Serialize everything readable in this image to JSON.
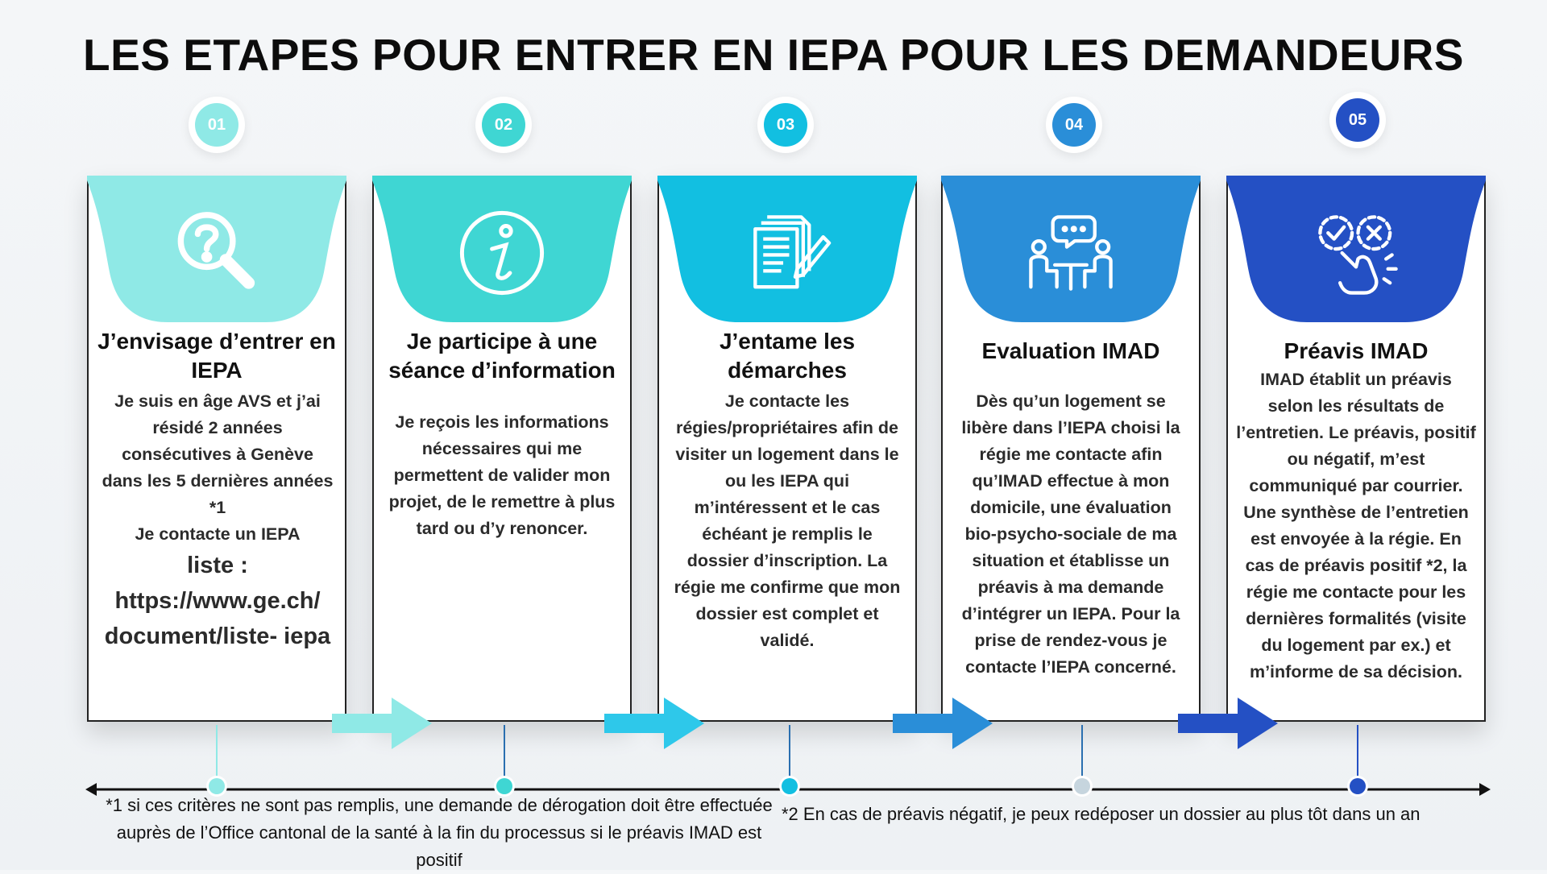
{
  "title": "LES ETAPES POUR ENTRER EN IEPA POUR LES DEMANDEURS",
  "colors": {
    "step1": "#8fe9e6",
    "step2": "#3fd6d3",
    "step3": "#12bfe1",
    "step4": "#2a8ed8",
    "step5": "#2450c4"
  },
  "steps": [
    {
      "number": "01",
      "icon": "magnifier-question-icon",
      "title": "J’envisage d’entrer en IEPA",
      "body": "Je suis en âge AVS et j’ai résidé 2 années consécutives à Genève dans les 5 dernières années *1",
      "body2": "Je contacte un IEPA",
      "link_text": "liste : https://www.ge.ch/ document/liste- iepa"
    },
    {
      "number": "02",
      "icon": "info-icon",
      "title": "Je participe à une séance d’information",
      "body": "Je reçois les informations nécessaires qui me permettent de valider mon projet, de le remettre à plus tard ou d’y renoncer."
    },
    {
      "number": "03",
      "icon": "document-pen-icon",
      "title": "J’entame les démarches",
      "body": "Je contacte les régies/propriétaires afin de visiter un logement dans le ou les IEPA qui m’intéressent et le cas échéant je remplis le dossier d’inscription. La régie me confirme que mon dossier est complet et validé."
    },
    {
      "number": "04",
      "icon": "meeting-icon",
      "title": "Evaluation IMAD",
      "body": "Dès qu’un logement se libère dans l’IEPA choisi la régie me contacte afin qu’IMAD effectue à mon domicile, une évaluation bio-psycho-sociale de ma situation et établisse un préavis à ma demande d’intégrer un IEPA. Pour la prise de rendez-vous je contacte l’IEPA concerné."
    },
    {
      "number": "05",
      "icon": "check-cross-choice-icon",
      "title": "Préavis IMAD",
      "body": "IMAD établit un préavis selon les résultats de l’entretien. Le préavis, positif ou négatif, m’est communiqué par courrier. Une synthèse de l’entretien est envoyée à la régie. En cas de préavis positif *2, la régie me contacte pour les dernières formalités (visite du logement par ex.) et m’informe de sa décision."
    }
  ],
  "notes": {
    "note1": "*1 si ces critères ne sont pas remplis, une demande de dérogation doit être effectuée auprès de l’Office cantonal de la santé à la fin du processus si le préavis IMAD est positif",
    "note2": "*2 En cas de préavis négatif, je peux redéposer un dossier au plus tôt dans un an"
  }
}
